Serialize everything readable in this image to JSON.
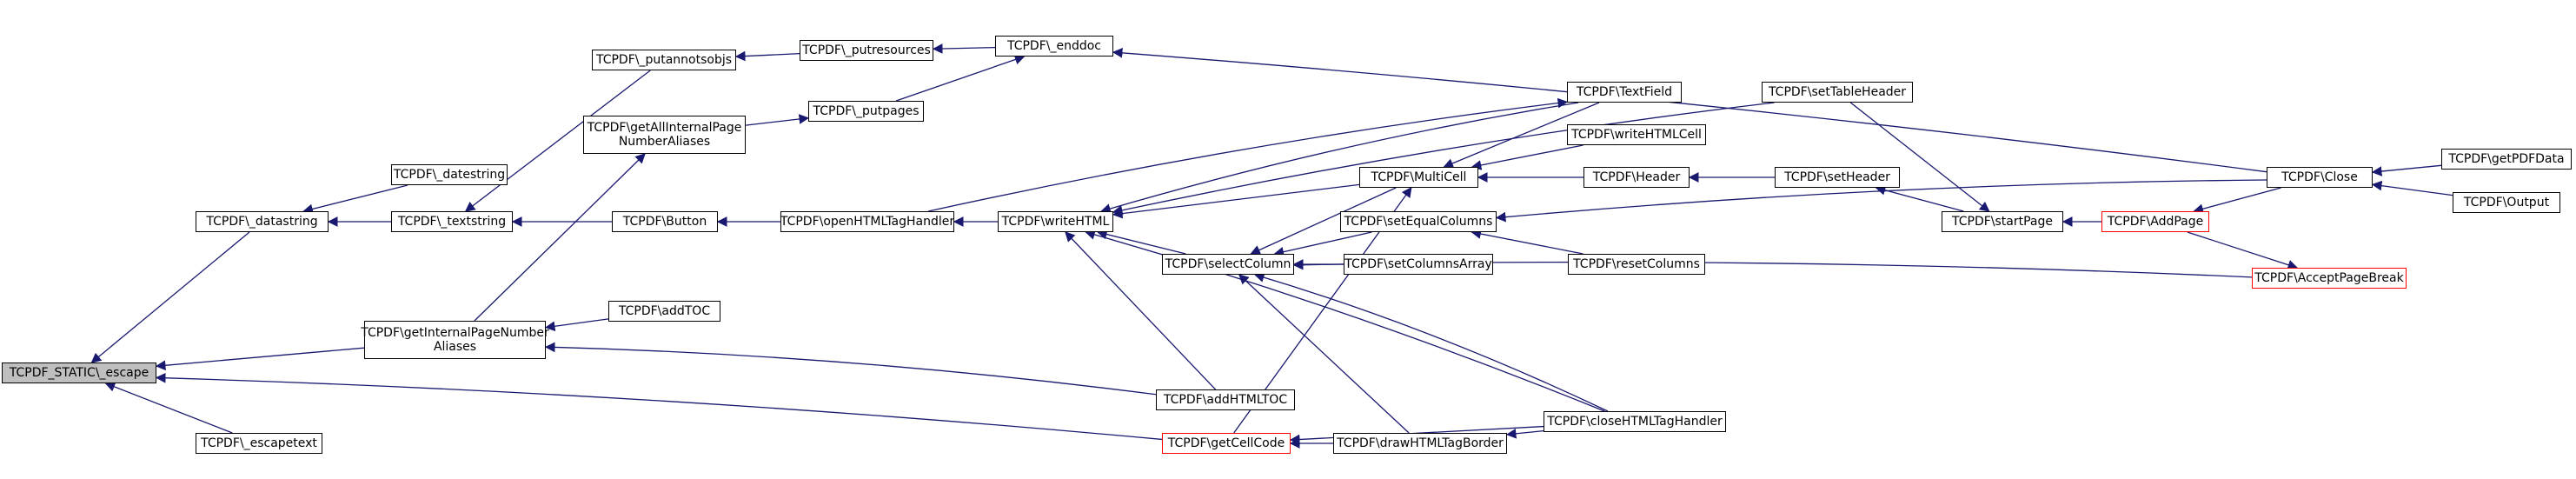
{
  "colors": {
    "edge": "#191970",
    "node_border": "#000000",
    "red_border": "#ff0000",
    "focus_fill": "#bfbfbf"
  },
  "nodes": {
    "escape": "TCPDF_STATIC\\_escape",
    "escapetext": "TCPDF\\_escapetext",
    "datastring": "TCPDF\\_datastring",
    "datestring": "TCPDF\\_datestring",
    "textstring": "TCPDF\\_textstring",
    "putannotsobjs": "TCPDF\\_putannotsobjs",
    "putresources": "TCPDF\\_putresources",
    "enddoc": "TCPDF\\_enddoc",
    "getAllInternalPageNumberAliases": "TCPDF\\getAllInternalPage\nNumberAliases",
    "putpages": "TCPDF\\_putpages",
    "button": "TCPDF\\Button",
    "openHTMLTagHandler": "TCPDF\\openHTMLTagHandler",
    "getInternalPageNumberAliases": "TCPDF\\getInternalPageNumber\nAliases",
    "addTOC": "TCPDF\\addTOC",
    "writeHTML": "TCPDF\\writeHTML",
    "multiCell": "TCPDF\\MultiCell",
    "textField": "TCPDF\\TextField",
    "writeHTMLCell": "TCPDF\\writeHTMLCell",
    "header": "TCPDF\\Header",
    "setHeader": "TCPDF\\setHeader",
    "startPage": "TCPDF\\startPage",
    "addPage": "TCPDF\\AddPage",
    "close": "TCPDF\\Close",
    "getPDFData": "TCPDF\\getPDFData",
    "output": "TCPDF\\Output",
    "setTableHeader": "TCPDF\\setTableHeader",
    "selectColumn": "TCPDF\\selectColumn",
    "setEqualColumns": "TCPDF\\setEqualColumns",
    "setColumnsArray": "TCPDF\\setColumnsArray",
    "resetColumns": "TCPDF\\resetColumns",
    "acceptPageBreak": "TCPDF\\AcceptPageBreak",
    "addHTMLTOC": "TCPDF\\addHTMLTOC",
    "getCellCode": "TCPDF\\getCellCode",
    "drawHTMLTagBorder": "TCPDF\\drawHTMLTagBorder",
    "closeHTMLTagHandler": "TCPDF\\closeHTMLTagHandler"
  },
  "edges": [
    [
      "datastring",
      "escape"
    ],
    [
      "getInternalPageNumberAliases",
      "escape"
    ],
    [
      "getCellCode",
      "escape"
    ],
    [
      "escapetext",
      "escape"
    ],
    [
      "datestring",
      "datastring"
    ],
    [
      "textstring",
      "datastring"
    ],
    [
      "putannotsobjs",
      "textstring"
    ],
    [
      "button",
      "textstring"
    ],
    [
      "putresources",
      "putannotsobjs"
    ],
    [
      "enddoc",
      "putresources"
    ],
    [
      "putpages",
      "enddoc"
    ],
    [
      "close",
      "enddoc"
    ],
    [
      "getAllInternalPageNumberAliases",
      "putpages"
    ],
    [
      "getInternalPageNumberAliases",
      "getAllInternalPageNumberAliases"
    ],
    [
      "openHTMLTagHandler",
      "button"
    ],
    [
      "writeHTML",
      "openHTMLTagHandler"
    ],
    [
      "addTOC",
      "getInternalPageNumberAliases"
    ],
    [
      "addHTMLTOC",
      "getInternalPageNumberAliases"
    ],
    [
      "multiCell",
      "writeHTML"
    ],
    [
      "selectColumn",
      "writeHTML"
    ],
    [
      "addHTMLTOC",
      "writeHTML"
    ],
    [
      "closeHTMLTagHandler",
      "writeHTML"
    ],
    [
      "writeHTMLCell",
      "multiCell"
    ],
    [
      "header",
      "multiCell"
    ],
    [
      "textField",
      "multiCell"
    ],
    [
      "setHeader",
      "header"
    ],
    [
      "startPage",
      "setHeader"
    ],
    [
      "setTableHeader",
      "startPage"
    ],
    [
      "addPage",
      "startPage"
    ],
    [
      "close",
      "addPage"
    ],
    [
      "getPDFData",
      "close"
    ],
    [
      "output",
      "close"
    ],
    [
      "setEqualColumns",
      "selectColumn"
    ],
    [
      "setColumnsArray",
      "selectColumn"
    ],
    [
      "acceptPageBreak",
      "selectColumn"
    ],
    [
      "multiCell",
      "selectColumn"
    ],
    [
      "drawHTMLTagBorder",
      "selectColumn"
    ],
    [
      "closeHTMLTagHandler",
      "selectColumn"
    ],
    [
      "resetColumns",
      "setEqualColumns"
    ],
    [
      "close",
      "setEqualColumns"
    ],
    [
      "addPage",
      "acceptPageBreak"
    ],
    [
      "drawHTMLTagBorder",
      "getCellCode"
    ],
    [
      "closeHTMLTagHandler",
      "getCellCode"
    ],
    [
      "getCellCode",
      "multiCell"
    ],
    [
      "closeHTMLTagHandler",
      "drawHTMLTagBorder"
    ],
    [
      "textField",
      "writeHTML"
    ],
    [
      "setTableHeader",
      "writeHTML"
    ],
    [
      "openHTMLTagHandler",
      "textField"
    ]
  ]
}
